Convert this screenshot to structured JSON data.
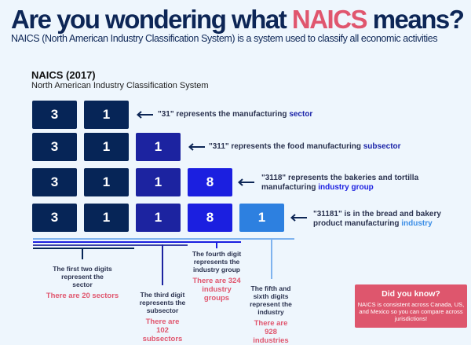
{
  "header": {
    "title_pre": "Are you wondering what ",
    "title_highlight": "NAICS",
    "title_post": " means?",
    "subtitle": "NAICS (North American Industry Classification System) is a system used to classify all economic activities"
  },
  "diagram": {
    "heading": "NAICS (2017)",
    "subheading": "North American Industry Classification System",
    "rows": [
      {
        "digits": [
          "3",
          "1"
        ],
        "text": "\"31\" represents the manufacturing ",
        "keyword": "sector"
      },
      {
        "digits": [
          "3",
          "1",
          "1"
        ],
        "text": "\"311\" represents the food manufacturing ",
        "keyword": "subsector"
      },
      {
        "digits": [
          "3",
          "1",
          "1",
          "8"
        ],
        "text_line1": "\"3118\" represents the bakeries and tortilla",
        "text": "manufacturing ",
        "keyword": "industry group"
      },
      {
        "digits": [
          "3",
          "1",
          "1",
          "8",
          "1"
        ],
        "text_line1": "\"31181\" is in the bread and bakery",
        "text": "product manufacturing ",
        "keyword": "industry"
      }
    ],
    "notes": [
      {
        "text": "The first two digits represent the sector",
        "count": "There are 20 sectors"
      },
      {
        "text": "The third digit represents the subsector",
        "count": "There are 102 subsectors"
      },
      {
        "text": "The fourth digit represents the industry group",
        "count": "There are 324 industry groups"
      },
      {
        "text": "The fifth and sixth digits represent the industry",
        "count": "There are 928 industries"
      }
    ]
  },
  "callout": {
    "title": "Did you know?",
    "body": "NAICS is consistent across Canada, US, and Mexico so you can compare across jurisdictions!"
  },
  "colors": {
    "navy": "#062557",
    "red": "#e0566e",
    "blue3": "#1c23a0",
    "blue4": "#1b1fe0",
    "blue5": "#2d80e0"
  }
}
